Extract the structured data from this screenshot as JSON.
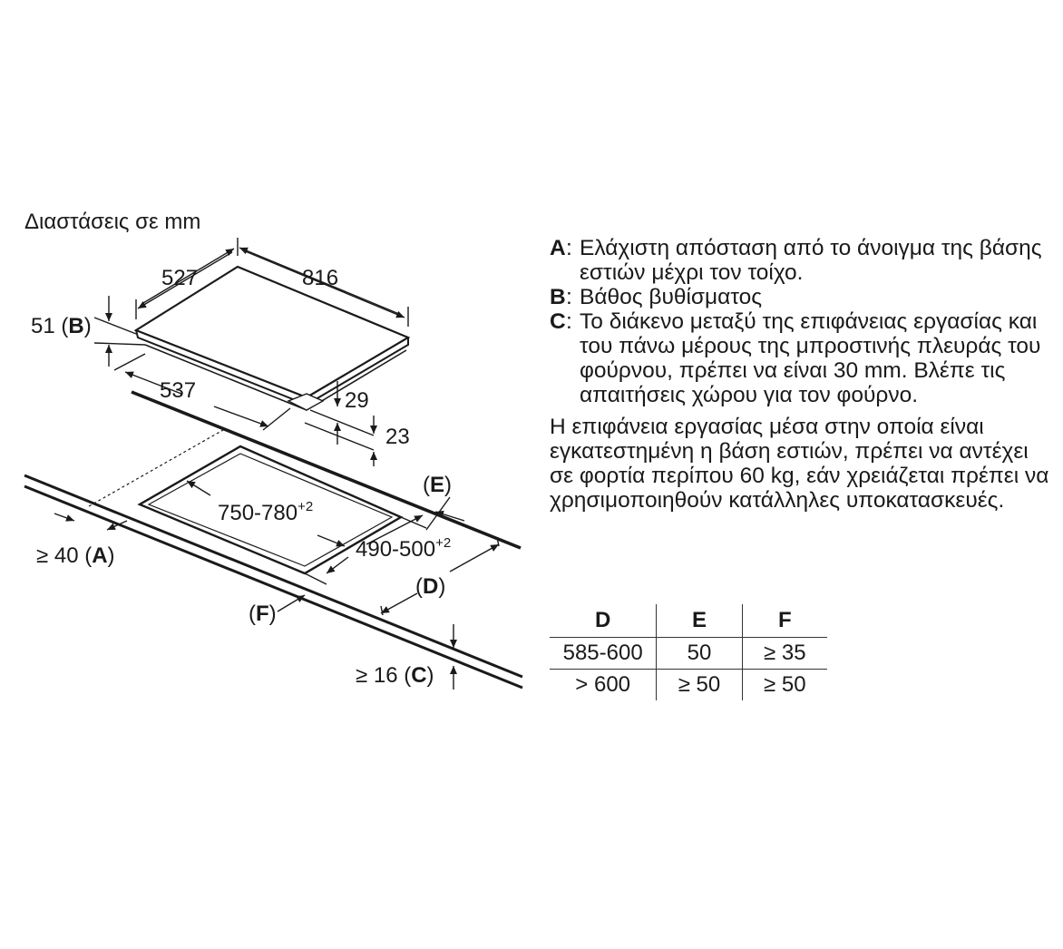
{
  "header": {
    "dimensions_note": "Διαστάσεις σε mm"
  },
  "diagram": {
    "hob_width": "527",
    "hob_length": "816",
    "depth_b": "51 (",
    "depth_b_key": "B",
    "depth_b_close": ")",
    "front_depth": "537",
    "thickness_29": "29",
    "thickness_23": "23",
    "cutout_length": "750-780",
    "cutout_length_tol": "+2",
    "cutout_width": "490-500",
    "cutout_width_tol": "+2",
    "label_e_open": "(",
    "label_e_key": "E",
    "label_e_close": ")",
    "label_d_open": "(",
    "label_d_key": "D",
    "label_d_close": ")",
    "label_f_open": "(",
    "label_f_key": "F",
    "label_f_close": ")",
    "min_a_prefix": "≥ 40 (",
    "min_a_key": "A",
    "min_a_close": ")",
    "min_c_prefix": "≥ 16 (",
    "min_c_key": "C",
    "min_c_close": ")"
  },
  "legend": {
    "items": [
      {
        "key": "A",
        "sep": ":",
        "text": "Ελάχιστη απόσταση από το άνοιγμα της βάσης εστιών μέχρι τον τοίχο."
      },
      {
        "key": "B",
        "sep": ":",
        "text": "Βάθος βυθίσματος"
      },
      {
        "key": "C",
        "sep": ":",
        "text": "Το διάκενο μεταξύ της επιφάνειας εργασίας και του πάνω μέρους της μπροστινής πλευράς του φούρνου, πρέπει να είναι 30 mm. Βλέπε τις απαιτήσεις χώρου για τον φούρνο."
      }
    ],
    "note": "Η επιφάνεια εργασίας μέσα στην οποία είναι εγκατεστημένη η βάση εστιών, πρέπει να αντέχει σε φορτία περίπου 60 kg, εάν χρειάζεται πρέπει να χρησιμοποιηθούν κατάλληλες υποκατασκευές."
  },
  "table": {
    "headers": [
      "D",
      "E",
      "F"
    ],
    "rows": [
      [
        "585-600",
        "50",
        "≥ 35"
      ],
      [
        "> 600",
        "≥ 50",
        "≥ 50"
      ]
    ]
  }
}
